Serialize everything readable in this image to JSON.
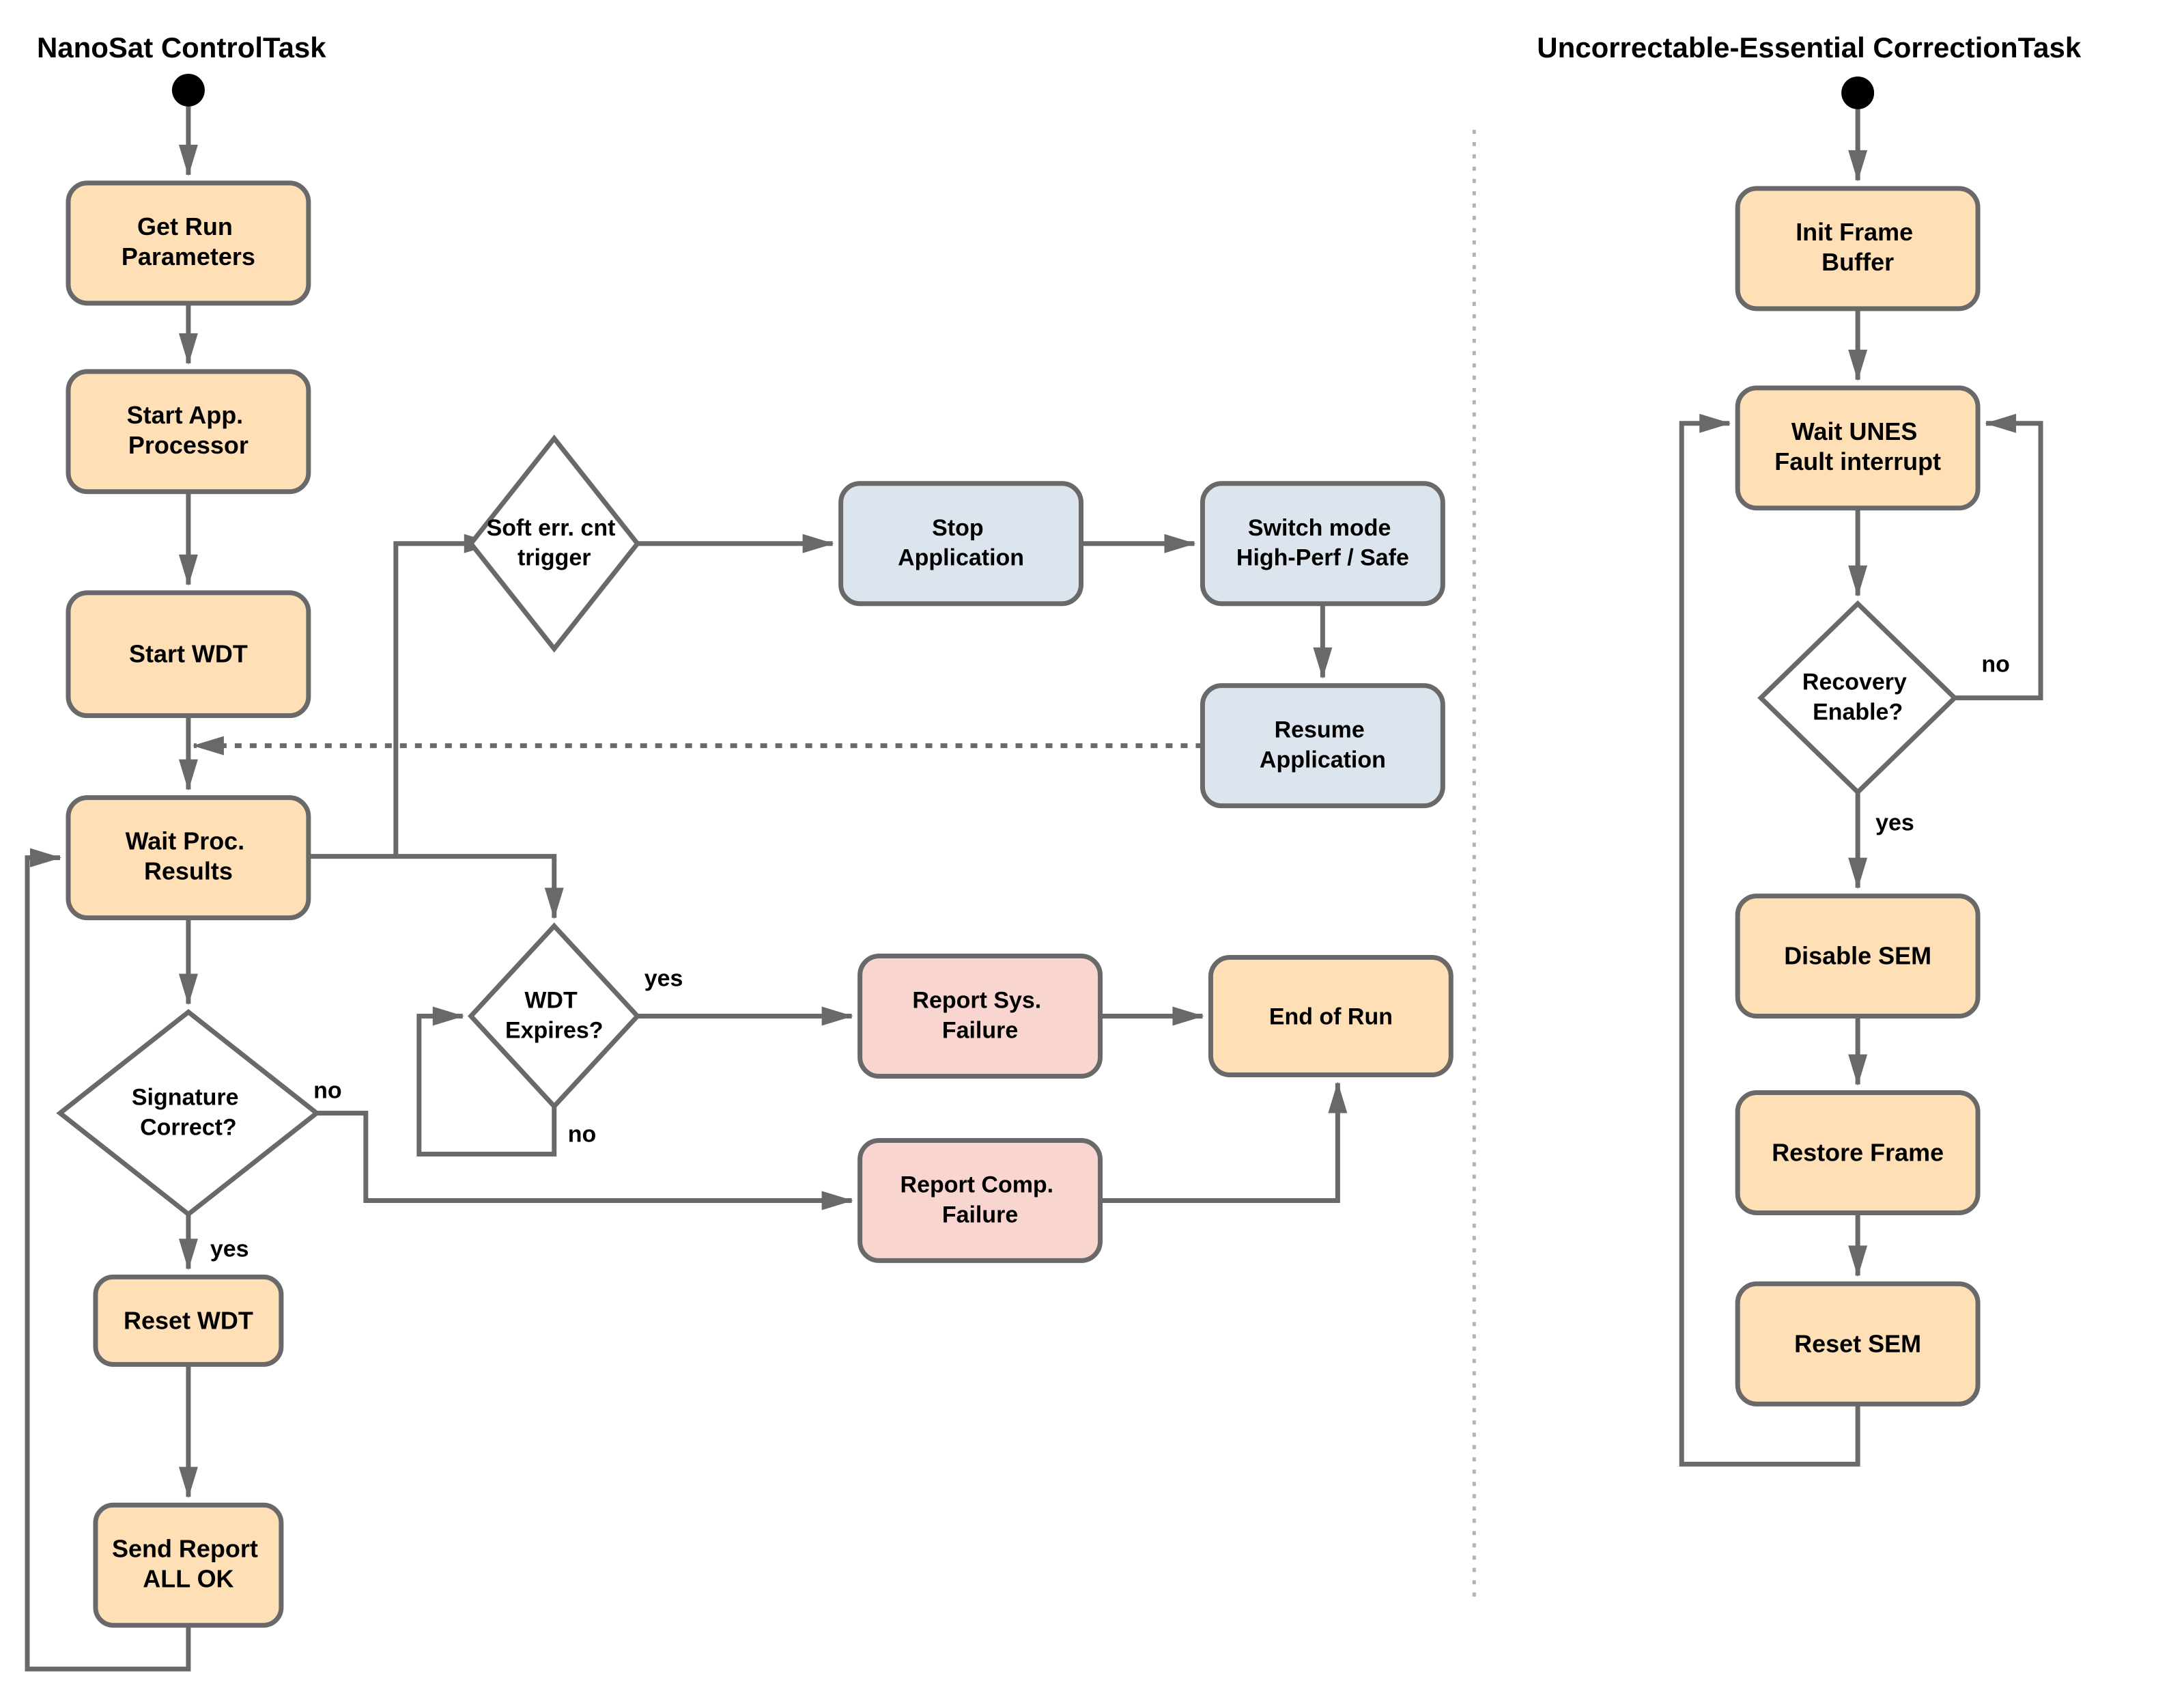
{
  "colors": {
    "node_orange": "#ffdfb6",
    "node_blue": "#dce4ee",
    "node_pink": "#f9d5cf",
    "stroke": "#696969",
    "divider": "#b3b3b3",
    "start_dot": "#000000",
    "text": "#000000"
  },
  "left": {
    "title": "NanoSat ControlTask",
    "nodes": {
      "get_run": {
        "line1": "Get Run",
        "line2": "Parameters"
      },
      "start_app": {
        "line1": "Start App.",
        "line2": "Processor"
      },
      "start_wdt": {
        "line1": "Start WDT"
      },
      "wait_proc": {
        "line1": "Wait Proc.",
        "line2": "Results"
      },
      "signature": {
        "line1": "Signature",
        "line2": "Correct?"
      },
      "reset_wdt": {
        "line1": "Reset WDT"
      },
      "send_report": {
        "line1": "Send Report",
        "line2": "ALL OK"
      },
      "soft_err": {
        "line1": "Soft err. cnt",
        "line2": "trigger"
      },
      "stop_app": {
        "line1": "Stop",
        "line2": "Application"
      },
      "switch_mode": {
        "line1": "Switch mode",
        "line2": "High-Perf / Safe"
      },
      "resume_app": {
        "line1": "Resume",
        "line2": "Application"
      },
      "wdt_expires": {
        "line1": "WDT",
        "line2": "Expires?"
      },
      "report_sys": {
        "line1": "Report Sys.",
        "line2": "Failure"
      },
      "end_of_run": {
        "line1": "End of Run"
      },
      "report_comp": {
        "line1": "Report Comp.",
        "line2": "Failure"
      }
    },
    "labels": {
      "signature_no": "no",
      "signature_yes": "yes",
      "wdt_yes": "yes",
      "wdt_no": "no"
    }
  },
  "right": {
    "title": "Uncorrectable-Essential CorrectionTask",
    "nodes": {
      "init_frame": {
        "line1": "Init Frame",
        "line2": "Buffer"
      },
      "wait_unes": {
        "line1": "Wait UNES",
        "line2": "Fault interrupt"
      },
      "recovery": {
        "line1": "Recovery",
        "line2": "Enable?"
      },
      "disable_sem": {
        "line1": "Disable SEM"
      },
      "restore_frame": {
        "line1": "Restore Frame"
      },
      "reset_sem": {
        "line1": "Reset SEM"
      }
    },
    "labels": {
      "recovery_no": "no",
      "recovery_yes": "yes"
    }
  }
}
